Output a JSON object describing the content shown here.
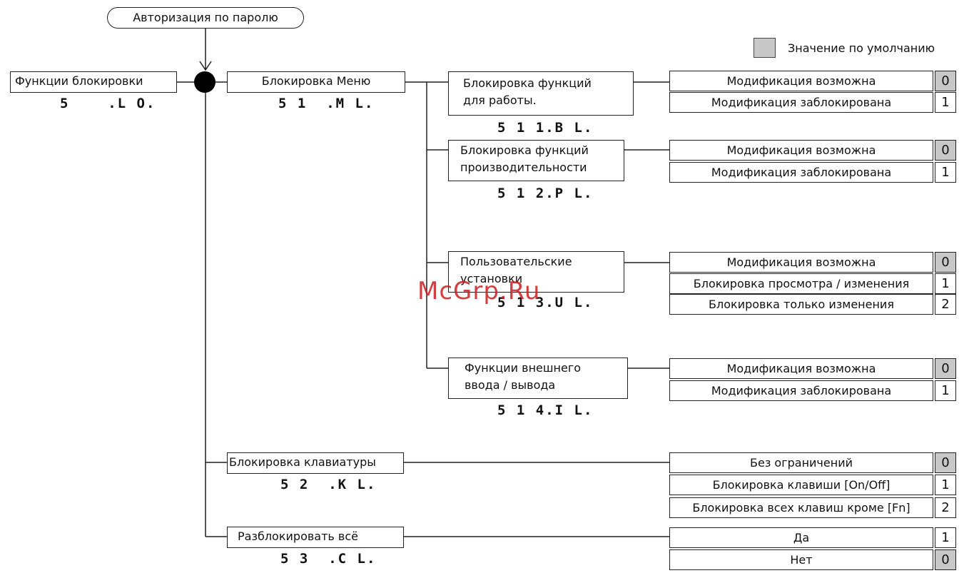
{
  "auth_label": "Авторизация по паролю",
  "legend_label": "Значение по умолчанию",
  "root": {
    "label": "Функции блокировки",
    "code": "5    .L O."
  },
  "menu_lock": {
    "label": "Блокировка Меню",
    "code": "5 1  .M L."
  },
  "keyboard_lock": {
    "label": "Блокировка клавиатуры",
    "code": "5 2  .K L."
  },
  "unlock_all": {
    "label": "Разблокировать всё",
    "code": "5 3  .C L."
  },
  "submenu": [
    {
      "line1": "Блокировка функций",
      "line2": "для работы.",
      "code": "5 1 1.B L."
    },
    {
      "line1": "Блокировка функций",
      "line2": "производительности",
      "code": "5 1 2.P L."
    },
    {
      "line1": "Пользовательские",
      "line2": "установки",
      "code": "5 1 3.U L."
    },
    {
      "line1": "Функции внешнего",
      "line2": "ввода / вывода",
      "code": "5 1 4.I L."
    }
  ],
  "options": {
    "op_lock": [
      {
        "label": "Модификация возможна",
        "value": "0"
      },
      {
        "label": "Модификация заблокирована",
        "value": "1"
      }
    ],
    "perf_lock": [
      {
        "label": "Модификация возможна",
        "value": "0"
      },
      {
        "label": "Модификация заблокирована",
        "value": "1"
      }
    ],
    "user_settings": [
      {
        "label": "Модификация возможна",
        "value": "0"
      },
      {
        "label": "Блокировка просмотра / изменения",
        "value": "1"
      },
      {
        "label": "Блокировка только изменения",
        "value": "2"
      }
    ],
    "ext_io": [
      {
        "label": "Модификация возможна",
        "value": "0"
      },
      {
        "label": "Модификация заблокирована",
        "value": "1"
      }
    ],
    "keyboard": [
      {
        "label": "Без ограничений",
        "value": "0"
      },
      {
        "label": "Блокировка клавиши [On/Off]",
        "value": "1"
      },
      {
        "label": "Блокировка всех клавиш кроме [Fn]",
        "value": "2"
      }
    ],
    "unlock": [
      {
        "label": "Да",
        "value": "1"
      },
      {
        "label": "Нет",
        "value": "0"
      }
    ]
  },
  "watermark": "McGrp.Ru",
  "colors": {
    "default_fill": "#c8c8c8",
    "line": "#222222",
    "watermark": "#c81e1e"
  }
}
